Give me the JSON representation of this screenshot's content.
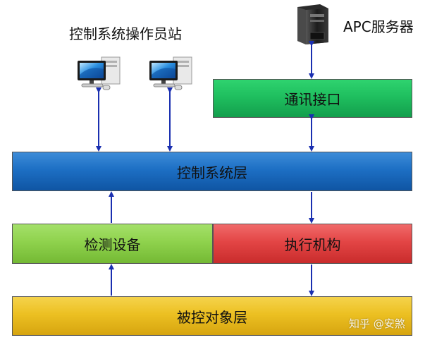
{
  "labels": {
    "station_title": "控制系统操作员站",
    "apc_title": "APC服务器"
  },
  "blocks": {
    "comm": "通讯接口",
    "control_layer": "控制系统层",
    "detect": "检测设备",
    "exec": "执行机构",
    "object_layer": "被控对象层"
  },
  "watermark": "知乎 @安煞",
  "icons": {
    "workstation": "computer-workstation-icon",
    "server": "server-tower-icon"
  },
  "colors": {
    "arrow": "#1a2fb0",
    "comm": "#1fbf5f",
    "control": "#1d6fc4",
    "detect": "#8fd24d",
    "exec": "#e34545",
    "object": "#ecc022"
  }
}
